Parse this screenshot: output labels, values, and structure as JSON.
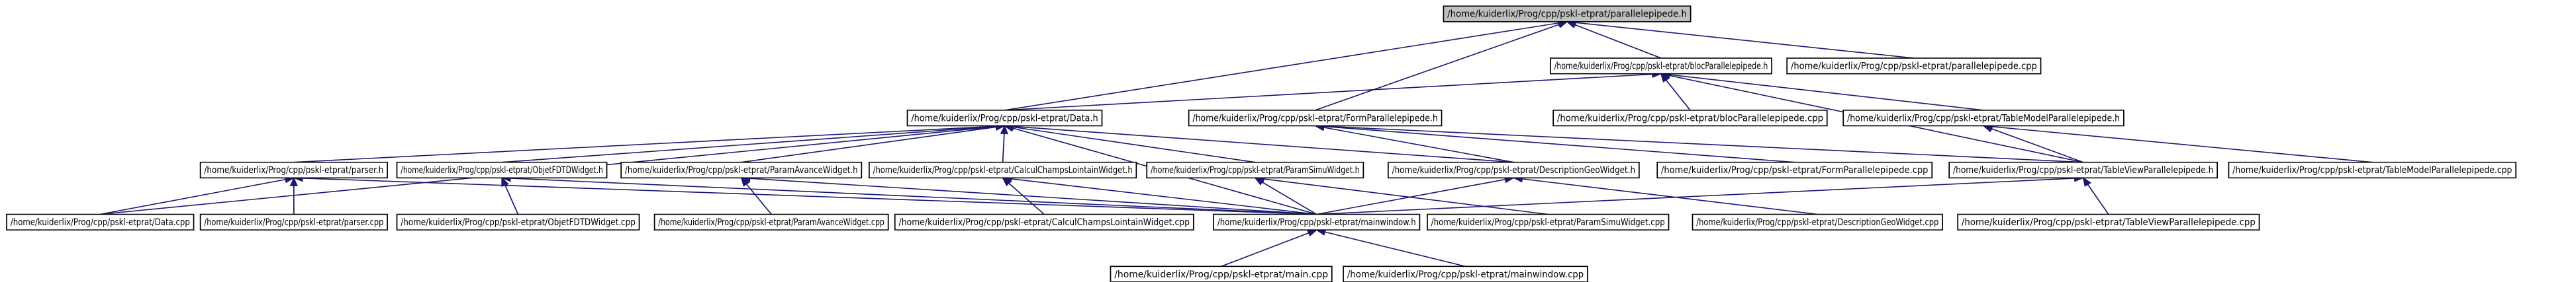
{
  "diagram": {
    "colors": {
      "root_fill": "#bfbfbf",
      "node_fill": "#ffffff",
      "border": "#000000",
      "edge": "#191970"
    },
    "nodes": [
      {
        "id": "root",
        "label": "/home/kuiderlix/Prog/cpp/pskl-etprat/parallelepipede.h",
        "root": true
      },
      {
        "id": "blocpar_h",
        "label": "/home/kuiderlix/Prog/cpp/pskl-etprat/blocParallelepipede.h"
      },
      {
        "id": "par_cpp",
        "label": "/home/kuiderlix/Prog/cpp/pskl-etprat/parallelepipede.cpp"
      },
      {
        "id": "data_h",
        "label": "/home/kuiderlix/Prog/cpp/pskl-etprat/Data.h"
      },
      {
        "id": "formpar_h",
        "label": "/home/kuiderlix/Prog/cpp/pskl-etprat/FormParallelepipede.h"
      },
      {
        "id": "blocpar_cpp",
        "label": "/home/kuiderlix/Prog/cpp/pskl-etprat/blocParallelepipede.cpp"
      },
      {
        "id": "tablemodel_h",
        "label": "/home/kuiderlix/Prog/cpp/pskl-etprat/TableModelParallelepipede.h"
      },
      {
        "id": "parser_h",
        "label": "/home/kuiderlix/Prog/cpp/pskl-etprat/parser.h"
      },
      {
        "id": "objetfdtd_h",
        "label": "/home/kuiderlix/Prog/cpp/pskl-etprat/ObjetFDTDWidget.h"
      },
      {
        "id": "paramavance_h",
        "label": "/home/kuiderlix/Prog/cpp/pskl-etprat/ParamAvanceWidget.h"
      },
      {
        "id": "calcul_h",
        "label": "/home/kuiderlix/Prog/cpp/pskl-etprat/CalculChampsLointainWidget.h"
      },
      {
        "id": "paramsimu_h",
        "label": "/home/kuiderlix/Prog/cpp/pskl-etprat/ParamSimuWidget.h"
      },
      {
        "id": "descgeo_h",
        "label": "/home/kuiderlix/Prog/cpp/pskl-etprat/DescriptionGeoWidget.h"
      },
      {
        "id": "formpar_cpp",
        "label": "/home/kuiderlix/Prog/cpp/pskl-etprat/FormParallelepipede.cpp"
      },
      {
        "id": "tableview_h",
        "label": "/home/kuiderlix/Prog/cpp/pskl-etprat/TableViewParallelepipede.h"
      },
      {
        "id": "tablemodel_cpp",
        "label": "/home/kuiderlix/Prog/cpp/pskl-etprat/TableModelParallelepipede.cpp"
      },
      {
        "id": "data_cpp",
        "label": "/home/kuiderlix/Prog/cpp/pskl-etprat/Data.cpp"
      },
      {
        "id": "parser_cpp",
        "label": "/home/kuiderlix/Prog/cpp/pskl-etprat/parser.cpp"
      },
      {
        "id": "objetfdtd_cpp",
        "label": "/home/kuiderlix/Prog/cpp/pskl-etprat/ObjetFDTDWidget.cpp"
      },
      {
        "id": "paramavance_cpp",
        "label": "/home/kuiderlix/Prog/cpp/pskl-etprat/ParamAvanceWidget.cpp"
      },
      {
        "id": "calcul_cpp",
        "label": "/home/kuiderlix/Prog/cpp/pskl-etprat/CalculChampsLointainWidget.cpp"
      },
      {
        "id": "mainwindow_h",
        "label": "/home/kuiderlix/Prog/cpp/pskl-etprat/mainwindow.h"
      },
      {
        "id": "paramsimu_cpp",
        "label": "/home/kuiderlix/Prog/cpp/pskl-etprat/ParamSimuWidget.cpp"
      },
      {
        "id": "descgeo_cpp",
        "label": "/home/kuiderlix/Prog/cpp/pskl-etprat/DescriptionGeoWidget.cpp"
      },
      {
        "id": "tableview_cpp",
        "label": "/home/kuiderlix/Prog/cpp/pskl-etprat/TableViewParallelepipede.cpp"
      },
      {
        "id": "main_cpp",
        "label": "/home/kuiderlix/Prog/cpp/pskl-etprat/main.cpp"
      },
      {
        "id": "mainwindow_cpp",
        "label": "/home/kuiderlix/Prog/cpp/pskl-etprat/mainwindow.cpp"
      }
    ],
    "edges": [
      [
        "blocpar_h",
        "root"
      ],
      [
        "par_cpp",
        "root"
      ],
      [
        "data_h",
        "root"
      ],
      [
        "formpar_h",
        "root"
      ],
      [
        "data_h",
        "blocpar_h"
      ],
      [
        "blocpar_cpp",
        "blocpar_h"
      ],
      [
        "tablemodel_h",
        "blocpar_h"
      ],
      [
        "tableview_h",
        "blocpar_h"
      ],
      [
        "formpar_cpp",
        "formpar_h"
      ],
      [
        "descgeo_h",
        "formpar_h"
      ],
      [
        "tableview_h",
        "formpar_h"
      ],
      [
        "tablemodel_cpp",
        "tablemodel_h"
      ],
      [
        "tableview_h",
        "tablemodel_h"
      ],
      [
        "parser_h",
        "data_h"
      ],
      [
        "objetfdtd_h",
        "data_h"
      ],
      [
        "paramavance_h",
        "data_h"
      ],
      [
        "calcul_h",
        "data_h"
      ],
      [
        "paramsimu_h",
        "data_h"
      ],
      [
        "descgeo_h",
        "data_h"
      ],
      [
        "data_cpp",
        "data_h"
      ],
      [
        "mainwindow_h",
        "data_h"
      ],
      [
        "data_cpp",
        "parser_h"
      ],
      [
        "parser_cpp",
        "parser_h"
      ],
      [
        "mainwindow_h",
        "parser_h"
      ],
      [
        "objetfdtd_cpp",
        "objetfdtd_h"
      ],
      [
        "mainwindow_h",
        "objetfdtd_h"
      ],
      [
        "paramavance_cpp",
        "paramavance_h"
      ],
      [
        "mainwindow_h",
        "paramavance_h"
      ],
      [
        "calcul_cpp",
        "calcul_h"
      ],
      [
        "mainwindow_h",
        "calcul_h"
      ],
      [
        "paramsimu_cpp",
        "paramsimu_h"
      ],
      [
        "mainwindow_h",
        "paramsimu_h"
      ],
      [
        "descgeo_cpp",
        "descgeo_h"
      ],
      [
        "mainwindow_h",
        "descgeo_h"
      ],
      [
        "tableview_cpp",
        "tableview_h"
      ],
      [
        "mainwindow_h",
        "tableview_h"
      ],
      [
        "main_cpp",
        "mainwindow_h"
      ],
      [
        "mainwindow_cpp",
        "mainwindow_h"
      ]
    ]
  }
}
